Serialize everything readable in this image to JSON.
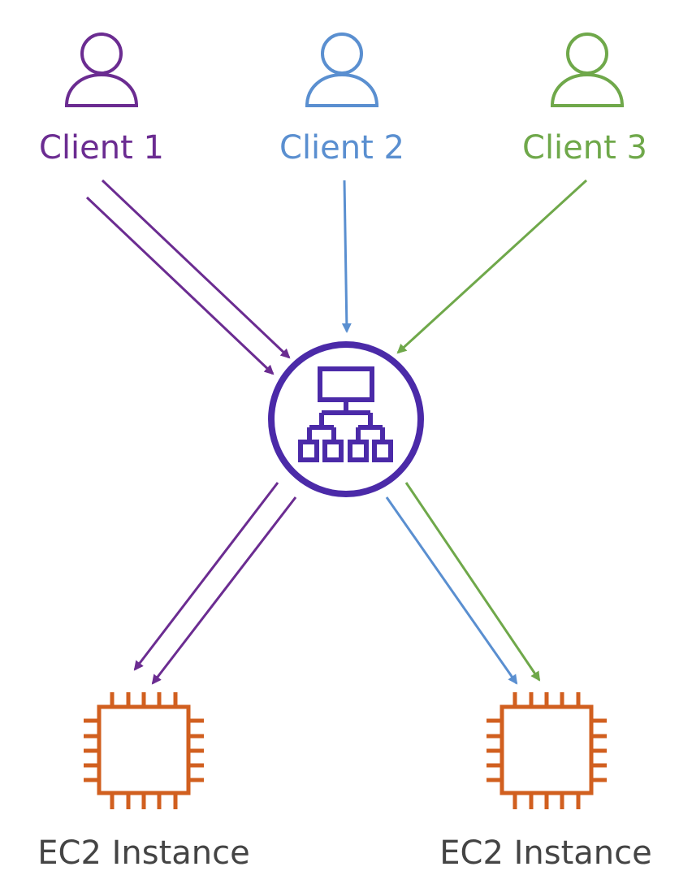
{
  "colors": {
    "client1": "#6b2c91",
    "client2": "#5a8fd0",
    "client3": "#6fa84a",
    "load_balancer": "#4b2aa8",
    "ec2": "#d15f1f",
    "instance_text": "#444444"
  },
  "clients": [
    {
      "label": "Client 1",
      "color_key": "client1",
      "icon": "user-icon"
    },
    {
      "label": "Client 2",
      "color_key": "client2",
      "icon": "user-icon"
    },
    {
      "label": "Client 3",
      "color_key": "client3",
      "icon": "user-icon"
    }
  ],
  "load_balancer": {
    "icon": "load-balancer-icon"
  },
  "instances": [
    {
      "label": "EC2 Instance",
      "icon": "chip-icon"
    },
    {
      "label": "EC2 Instance",
      "icon": "chip-icon"
    }
  ]
}
